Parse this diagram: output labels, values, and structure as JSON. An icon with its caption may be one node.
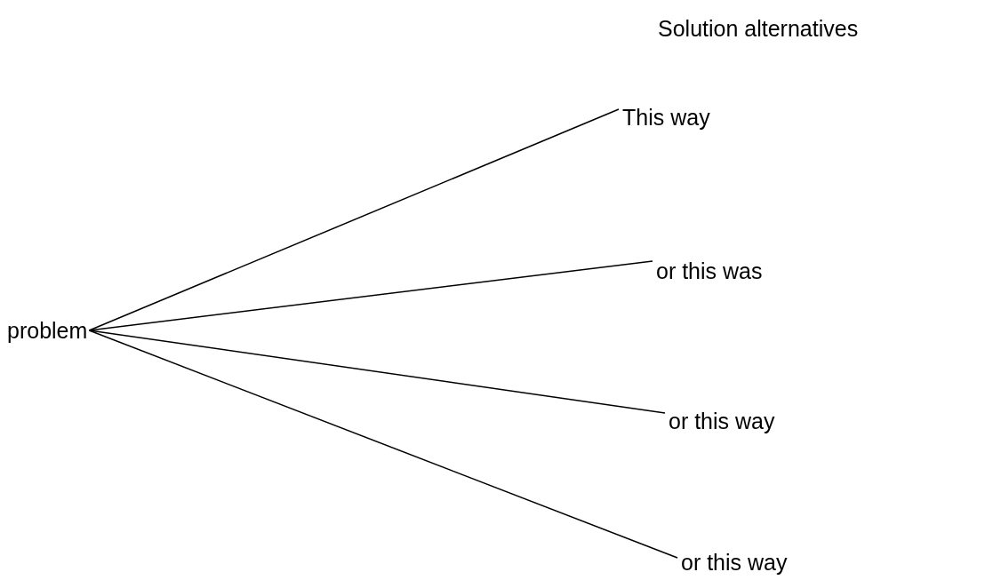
{
  "diagram": {
    "title": "Solution alternatives",
    "nodes": [
      {
        "text": [
          "problem"
        ]
      },
      {
        "text": [
          "This way"
        ]
      },
      {
        "text": [
          "or this was"
        ]
      },
      {
        "text": [
          "or this way"
        ]
      },
      {
        "text": [
          "or this way"
        ]
      }
    ],
    "edges": [
      {
        "from": 0,
        "to": 1,
        "arrow": "none"
      },
      {
        "from": 0,
        "to": 2,
        "arrow": "none"
      },
      {
        "from": 0,
        "to": 3,
        "arrow": "none"
      },
      {
        "from": 0,
        "to": 4,
        "arrow": "none"
      }
    ]
  }
}
